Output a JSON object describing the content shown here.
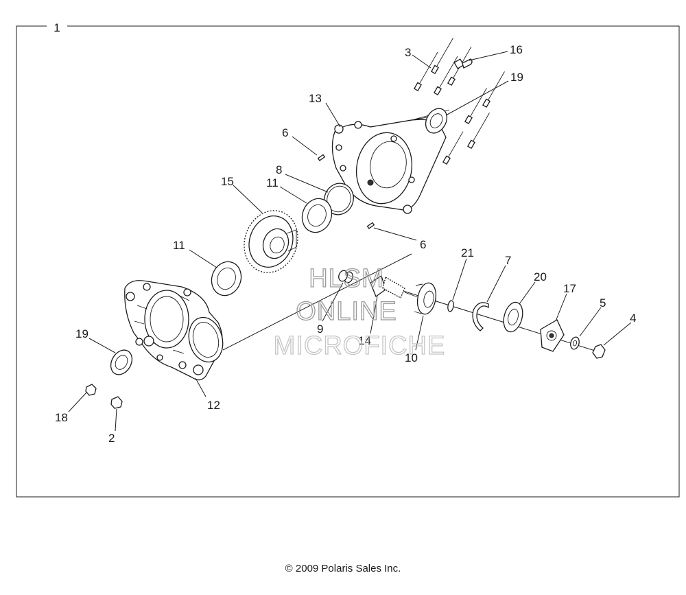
{
  "assembly_label": "1",
  "callouts": [
    {
      "id": "2",
      "label": "2"
    },
    {
      "id": "3",
      "label": "3"
    },
    {
      "id": "4",
      "label": "4"
    },
    {
      "id": "5",
      "label": "5"
    },
    {
      "id": "6a",
      "label": "6"
    },
    {
      "id": "6b",
      "label": "6"
    },
    {
      "id": "7",
      "label": "7"
    },
    {
      "id": "8",
      "label": "8"
    },
    {
      "id": "9",
      "label": "9"
    },
    {
      "id": "10",
      "label": "10"
    },
    {
      "id": "11a",
      "label": "11"
    },
    {
      "id": "11b",
      "label": "11"
    },
    {
      "id": "12",
      "label": "12"
    },
    {
      "id": "13",
      "label": "13"
    },
    {
      "id": "14",
      "label": "14"
    },
    {
      "id": "15",
      "label": "15"
    },
    {
      "id": "16",
      "label": "16"
    },
    {
      "id": "17",
      "label": "17"
    },
    {
      "id": "18",
      "label": "18"
    },
    {
      "id": "19a",
      "label": "19"
    },
    {
      "id": "19b",
      "label": "19"
    },
    {
      "id": "20",
      "label": "20"
    },
    {
      "id": "21",
      "label": "21"
    }
  ],
  "watermark": {
    "line1": "HLSM",
    "line2": "ONLINE",
    "line3": "MICROFICHE"
  },
  "copyright": "© 2009 Polaris Sales Inc."
}
